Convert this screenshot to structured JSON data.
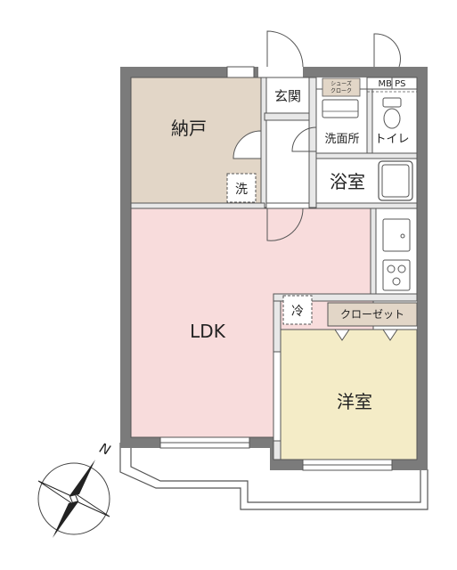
{
  "rooms": {
    "storage": "納戸",
    "entrance": "玄関",
    "shoe_closet": "シューズ\nクローク",
    "washroom": "洗面所",
    "toilet": "トイレ",
    "bath": "浴室",
    "washer": "洗",
    "fridge": "冷",
    "ldk": "LDK",
    "closet": "クローゼット",
    "western_room": "洋室",
    "mb_ps": "MB  PS"
  },
  "compass": {
    "north": "N"
  },
  "colors": {
    "storage_fill": "#e2d6c7",
    "ldk_fill": "#f8dcdc",
    "western_fill": "#f4ecc7",
    "closet_fill": "#e2d6c7",
    "wall": "#7b7b7b"
  }
}
